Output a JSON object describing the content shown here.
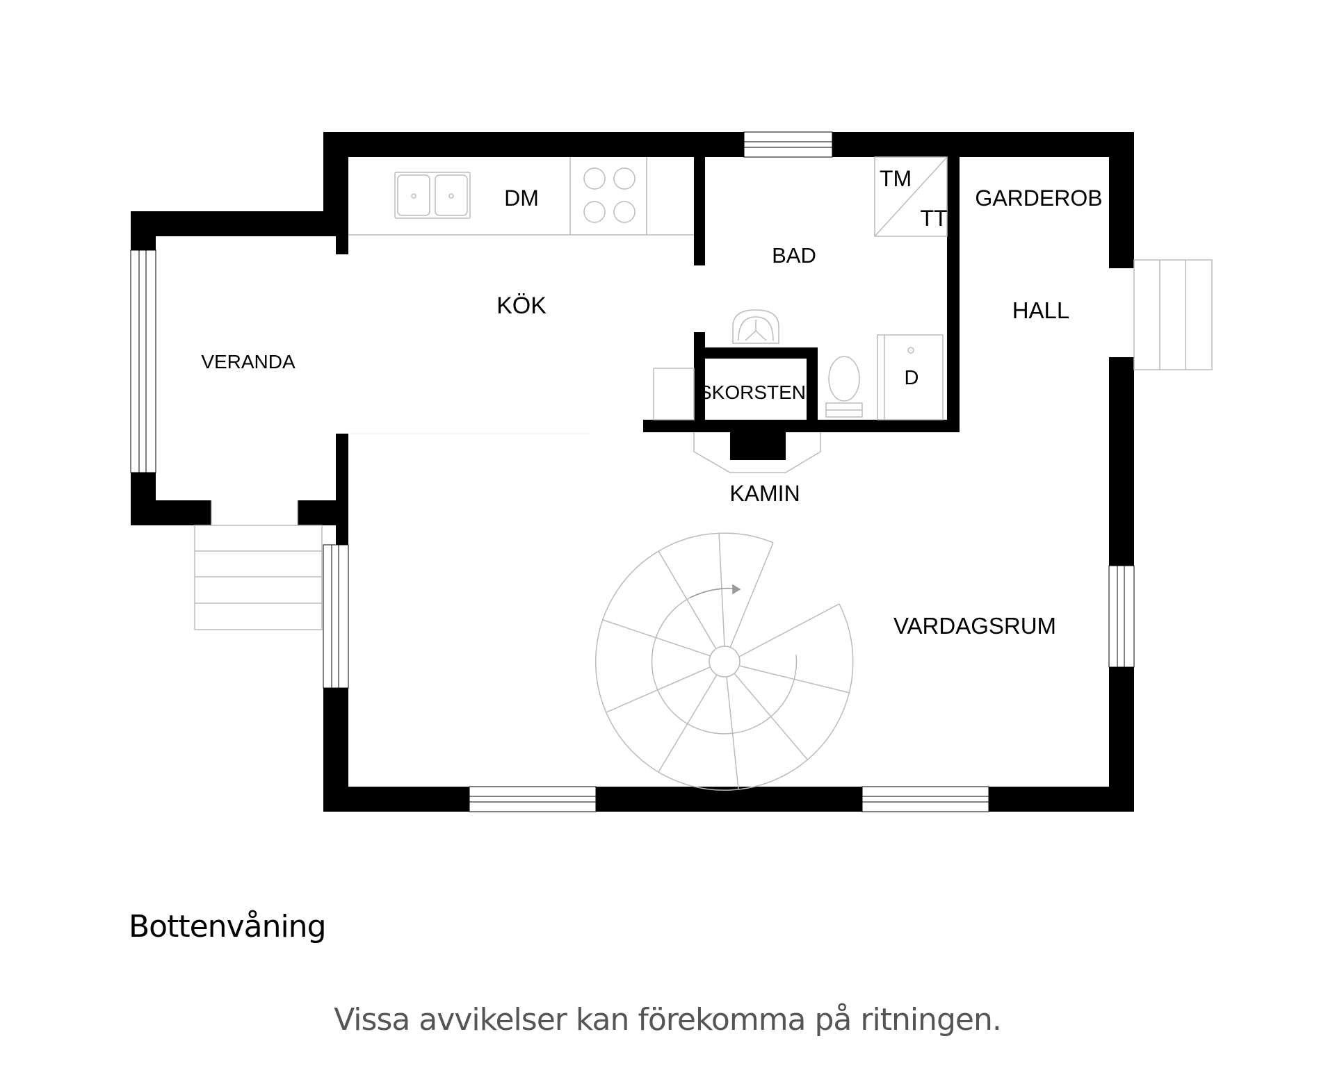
{
  "floor_title": "Bottenvåning",
  "disclaimer": "Vissa avvikelser kan förekomma på ritningen.",
  "rooms": {
    "dm": "DM",
    "kok": "KÖK",
    "bad": "BAD",
    "tm": "TM",
    "tt": "TT",
    "garderob": "GARDEROB",
    "hall": "HALL",
    "veranda": "VERANDA",
    "skorsten": "SKORSTEN",
    "d": "D",
    "kamin": "KAMIN",
    "vardagsrum": "VARDAGSRUM"
  }
}
